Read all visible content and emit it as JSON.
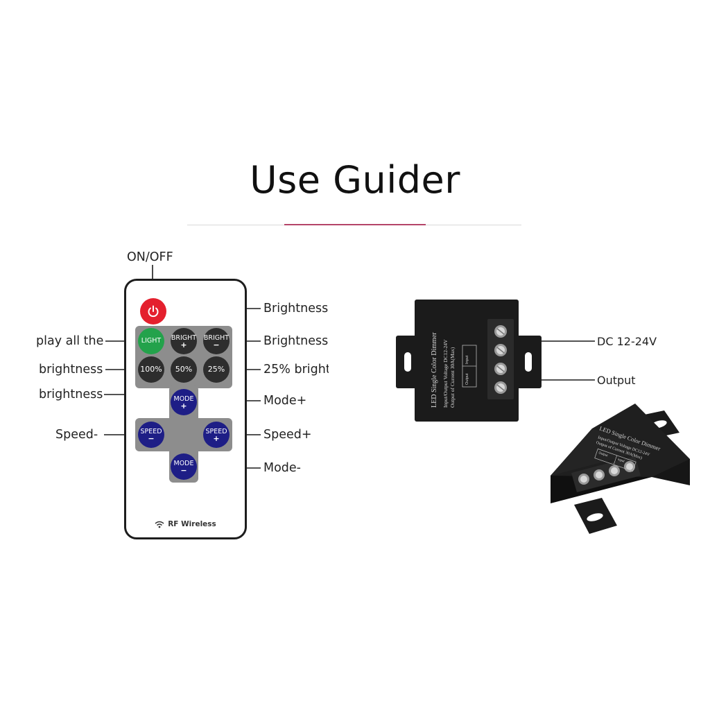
{
  "title": "Use Guider",
  "colors": {
    "accent_rule": "#b44468",
    "power_button": "#e4202e",
    "light_button": "#23a24b",
    "dark_button": "#2d2d2d",
    "mode_button": "#1e1e86",
    "panel": "#8d8d8d",
    "device": "#1b1b1b"
  },
  "remote": {
    "power_icon": "power-icon",
    "buttons": {
      "light": "LIGHT",
      "bright_up": "BRIGHT",
      "bright_up_sym": "+",
      "bright_down": "BRIGHT",
      "bright_down_sym": "−",
      "p100": "100%",
      "p50": "50%",
      "p25": "25%",
      "mode_up": "MODE",
      "mode_up_sym": "+",
      "mode_down": "MODE",
      "mode_down_sym": "−",
      "speed_down": "SPEED",
      "speed_down_sym": "−",
      "speed_up": "SPEED",
      "speed_up_sym": "+"
    },
    "rf_label": "RF Wireless"
  },
  "callouts": {
    "on_off": "ON/OFF",
    "brightness_up": "Brightness",
    "brightness_down": "Brightness",
    "play_all": "play all the",
    "brightness_100": "brightness",
    "brightness_50": "brightness",
    "bright_25": "25% bright",
    "mode_plus": "Mode+",
    "speed_minus": "Speed-",
    "speed_plus": "Speed+",
    "mode_minus": "Mode-",
    "dc": "DC 12-24V",
    "output": "Output"
  },
  "device": {
    "name": "LED Single Color Dimmer",
    "voltage": "Input/Output Voltage DC12-24V",
    "current": "Output of Current 30A(Max)",
    "term_output": "Output",
    "term_input": "Input"
  }
}
